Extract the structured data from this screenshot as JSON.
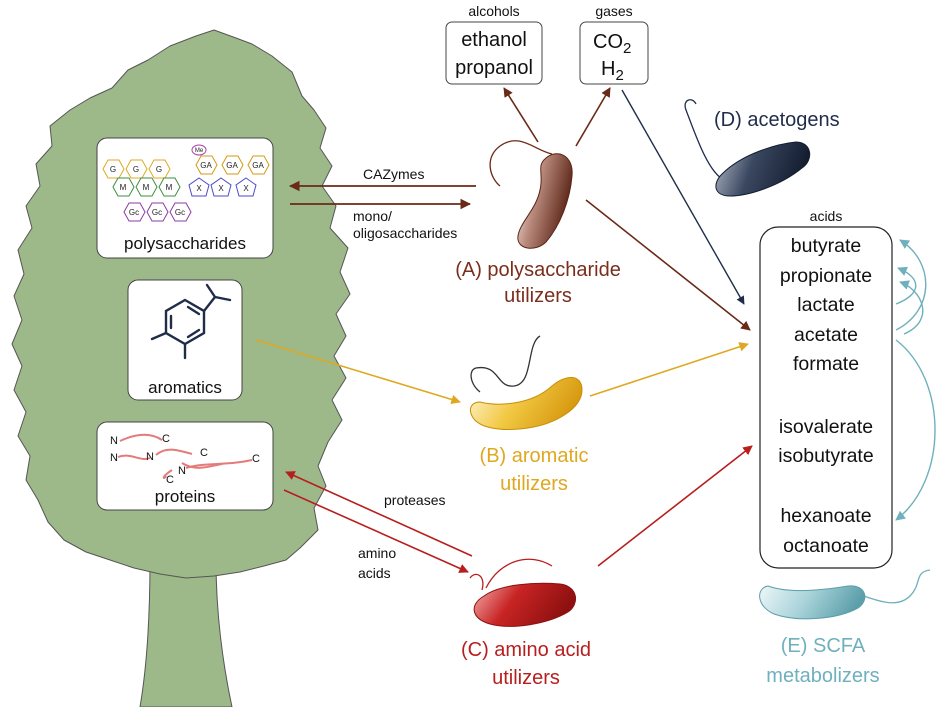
{
  "tree": {
    "polysaccharides": {
      "label": "polysaccharides",
      "glucose_unit": "G",
      "mannose_unit": "M",
      "galacturonic_unit": "GA",
      "xylose_unit": "X",
      "gc_unit": "Gc",
      "methyl_tag": "Me"
    },
    "aromatics": {
      "label": "aromatics"
    },
    "proteins": {
      "label": "proteins",
      "n_terminus": "N",
      "c_terminus": "C"
    }
  },
  "flows": {
    "cazymes": "CAZymes",
    "mono_oligo_line1": "mono/",
    "mono_oligo_line2": "oligosaccharides",
    "proteases": "proteases",
    "amino_acids_line1": "amino",
    "amino_acids_line2": "acids"
  },
  "products": {
    "alcohols": {
      "title": "alcohols",
      "items": [
        "ethanol",
        "propanol"
      ]
    },
    "gases": {
      "title": "gases",
      "co2_base": "CO",
      "co2_sub": "2",
      "h2_base": "H",
      "h2_sub": "2"
    },
    "acids": {
      "title": "acids",
      "items": [
        "butyrate",
        "propionate",
        "lactate",
        "acetate",
        "formate",
        "isovalerate",
        "isobutyrate",
        "hexanoate",
        "octanoate"
      ]
    }
  },
  "microbes": {
    "A": {
      "line1": "(A) polysaccharide",
      "line2": "utilizers",
      "color": "#7a2e1c"
    },
    "B": {
      "line1": "(B) aromatic",
      "line2": "utilizers",
      "color": "#e0a820"
    },
    "C": {
      "line1": "(C) amino acid",
      "line2": "utilizers",
      "color": "#b81e1e"
    },
    "D": {
      "line1": "(D) acetogens",
      "color": "#1f2d4a"
    },
    "E": {
      "line1": "(E) SCFA",
      "line2": "metabolizers",
      "color": "#6fb0bd"
    }
  },
  "colors": {
    "tree": "#9db98a",
    "tree_outline": "#555555",
    "polysaccharide_arrow": "#6b2a17",
    "aromatic_arrow": "#e0a820",
    "amino_arrow": "#b81e1e",
    "acetogen_arrow": "#1f2d4a",
    "scfa_arrow": "#6fb0bd"
  }
}
